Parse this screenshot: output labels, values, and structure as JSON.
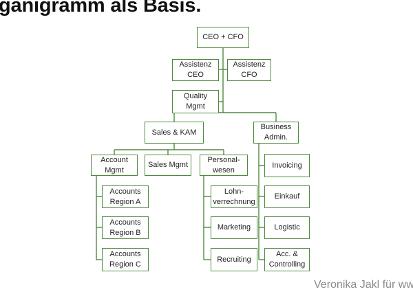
{
  "title": "ganigramm als Basis.",
  "footer": "Veronika Jakl für ww",
  "colors": {
    "box_border": "#4e8a3e",
    "line": "#4e8a3e",
    "title": "#111111",
    "footer": "#8a8a8a"
  },
  "nodes": {
    "ceo_cfo": "CEO + CFO",
    "assistenz_ceo": "Assistenz\nCEO",
    "assistenz_cfo": "Assistenz\nCFO",
    "quality_mgmt": "Quality\nMgmt",
    "sales_kam": "Sales & KAM",
    "business_admin": "Business\nAdmin.",
    "account_mgmt": "Account\nMgmt",
    "sales_mgmt": "Sales Mgmt",
    "personalwesen": "Personal-\nwesen",
    "accounts_region_a": "Accounts\nRegion A",
    "accounts_region_b": "Accounts\nRegion B",
    "accounts_region_c": "Accounts\nRegion C",
    "lohnverrechnung": "Lohn-\nverrechnung",
    "marketing": "Marketing",
    "recruiting": "Recruiting",
    "invoicing": "Invoicing",
    "einkauf": "Einkauf",
    "logistic": "Logistic",
    "acc_controlling": "Acc. &\nControlling"
  }
}
